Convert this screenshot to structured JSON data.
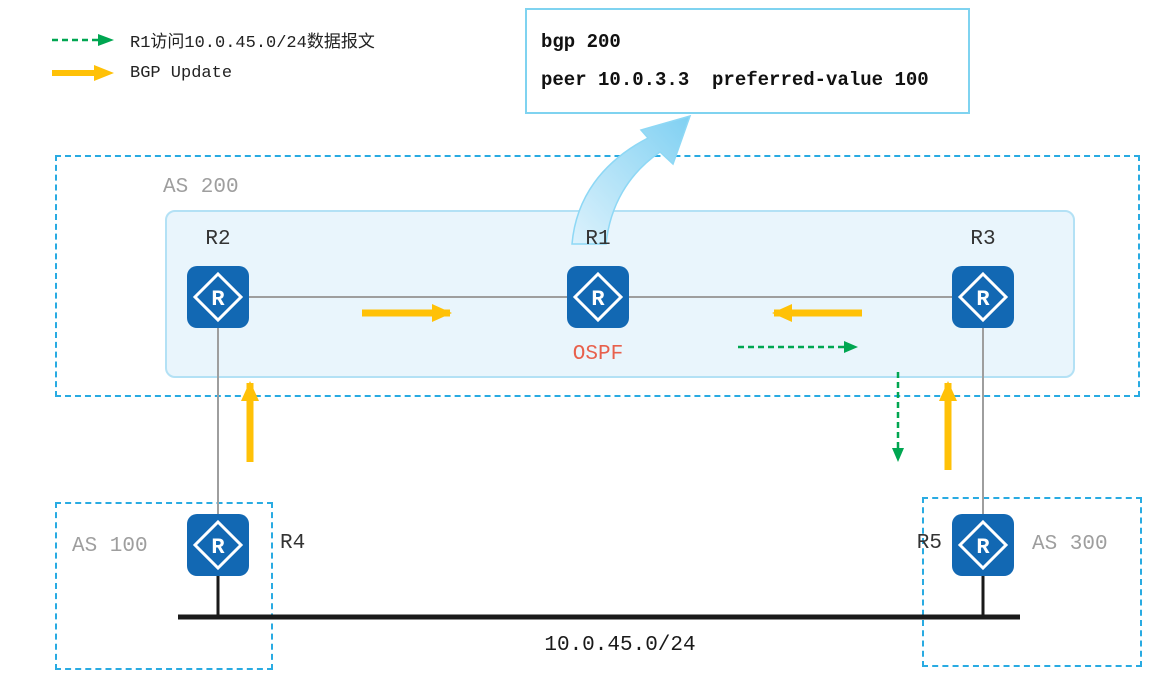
{
  "legend": {
    "items": [
      {
        "id": "data-packet",
        "label": "R1访问10.0.45.0/24数据报文"
      },
      {
        "id": "bgp-update",
        "label": "BGP Update"
      }
    ]
  },
  "config_box": {
    "line1": "bgp 200",
    "line2": "peer 10.0.3.3  preferred-value 100"
  },
  "as_zones": {
    "as200": "AS 200",
    "as100": "AS 100",
    "as300": "AS 300"
  },
  "routers": {
    "r1": "R1",
    "r2": "R2",
    "r3": "R3",
    "r4": "R4",
    "r5": "R5"
  },
  "annotations": {
    "ospf": "OSPF",
    "subnet": "10.0.45.0/24"
  },
  "colors": {
    "router_blue": "#1268B3",
    "arrow_yellow": "#FFC107",
    "arrow_green": "#00A651",
    "zone_border_blue": "#29ABE2",
    "core_panel_fill": "#E9F5FC",
    "ospf_red": "#E8604C",
    "connector_gray": "#9E9E9E"
  }
}
